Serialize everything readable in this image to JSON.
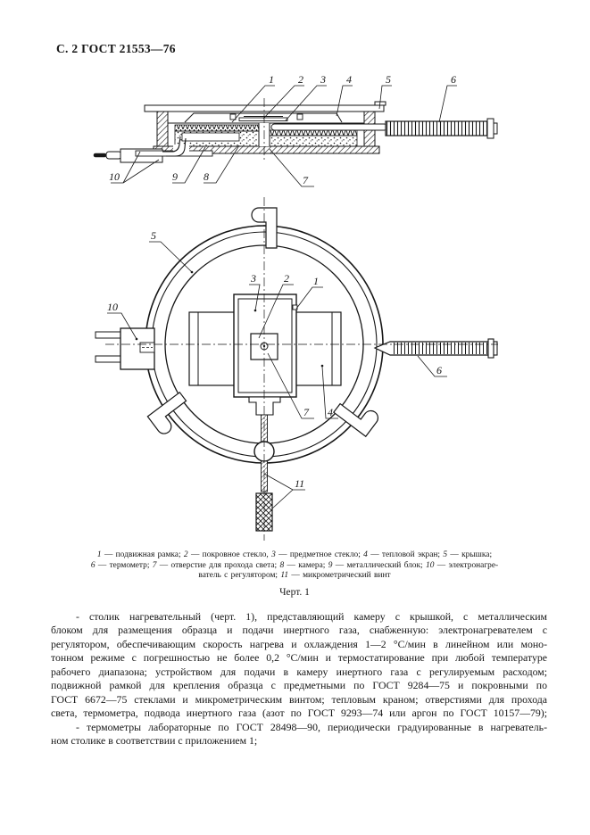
{
  "page": {
    "header": "С. 2 ГОСТ 21553—76"
  },
  "callouts": {
    "n1": "1",
    "n2": "2",
    "n3": "3",
    "n4": "4",
    "n5": "5",
    "n6": "6",
    "n7": "7",
    "n8": "8",
    "n9": "9",
    "n10": "10",
    "n11": "11"
  },
  "figure": {
    "caption": "Черт. 1",
    "legend_lines": [
      [
        {
          "n": "1",
          "t": " — подвижная рамка;  "
        },
        {
          "n": "2",
          "t": " — покровное стекло,  "
        },
        {
          "n": "3",
          "t": " — предметное стекло;  "
        },
        {
          "n": "4",
          "t": " — тепловой экран; "
        },
        {
          "n": "5",
          "t": " — крышка;"
        }
      ],
      [
        {
          "n": "6",
          "t": " — термометр; "
        },
        {
          "n": "7",
          "t": " — отверстие для прохода света; "
        },
        {
          "n": "8",
          "t": " — камера; "
        },
        {
          "n": "9",
          "t": " — металлический блок; "
        },
        {
          "n": "10",
          "t": " — электронагре-"
        }
      ],
      [
        {
          "n": "",
          "t": "ватель с регулятором; "
        },
        {
          "n": "11",
          "t": " — микрометрический винт"
        }
      ]
    ]
  },
  "body": {
    "para1_lines": [
      "- столик нагревательный (черт. 1), представляющий камеру с крышкой, с металлическим",
      "блоком для размещения образца и подачи инертного газа, снабженную: электронагревателем с",
      "регулятором, обеспечивающим скорость нагрева и охлаждения 1—2 °С/мин в линейном или моно-",
      "тонном режиме с погрешностью не более 0,2 °С/мин и термостатирование при любой температуре",
      "рабочего диапазона; устройством для подачи в камеру инертного газа с регулируемым расходом;",
      "подвижной рамкой для крепления образца с предметными по ГОСТ 9284—75 и покровными по",
      "ГОСТ 6672—75 стеклами и микрометрическим винтом; тепловым краном; отверстиями для прохода",
      "света, термометра, подвода инертного газа (азот по ГОСТ 9293—74 или аргон по ГОСТ 10157—79);"
    ],
    "para2_lines": [
      "- термометры лабораторные по ГОСТ 28498—90, периодически градуированные в нагреватель-",
      "ном столике в соответствии с приложением 1;"
    ]
  }
}
